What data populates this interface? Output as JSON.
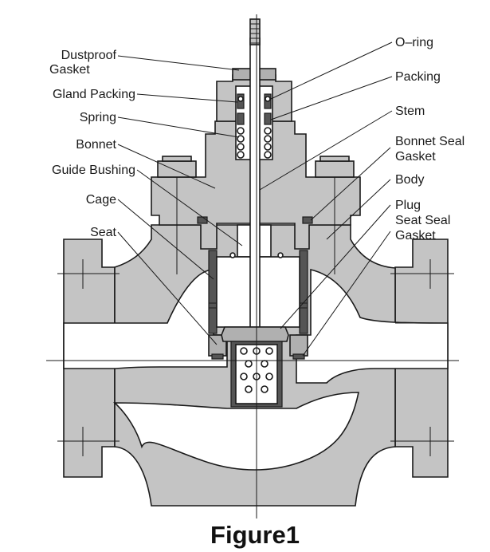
{
  "labels": {
    "dustproof_gasket_line1": "Dustproof",
    "dustproof_gasket_line2": "Gasket",
    "gland_packing": "Gland Packing",
    "spring": "Spring",
    "bonnet": "Bonnet",
    "guide_bushing": "Guide Bushing",
    "cage": "Cage",
    "seat": "Seat",
    "o_ring": "O–ring",
    "packing": "Packing",
    "stem": "Stem",
    "bonnet_seal_gasket_line1": "Bonnet Seal",
    "bonnet_seal_gasket_line2": "Gasket",
    "body": "Body",
    "plug": "Plug",
    "seat_seal_gasket_line1": "Seat Seal",
    "seat_seal_gasket_line2": "Gasket"
  },
  "caption": "Figure1",
  "colors": {
    "casting": "#c4c4c4",
    "dark_part": "#555555",
    "outline": "#1a1a1a"
  }
}
